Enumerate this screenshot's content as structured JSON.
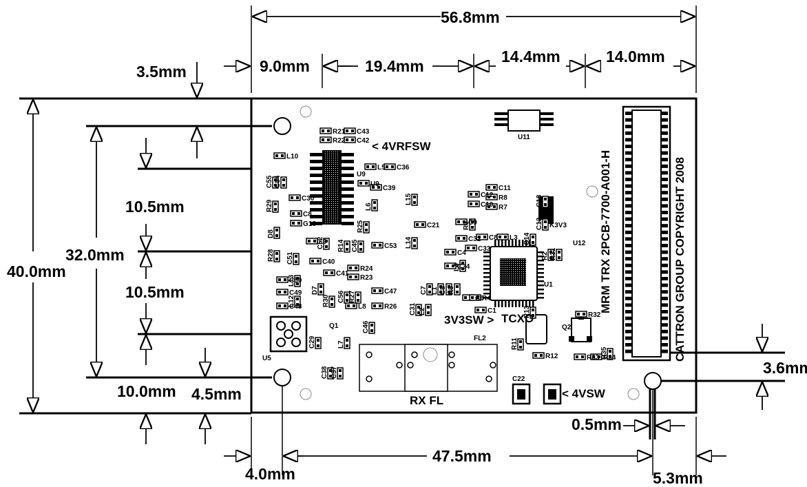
{
  "dimensions": {
    "overall_width": "56.8mm",
    "left_edge_to_column": "9.0mm",
    "section_b": "19.4mm",
    "section_c": "14.4mm",
    "section_d": "14.0mm",
    "top_to_hole": "3.5mm",
    "height": "40.0mm",
    "hole_spacing": "32.0mm",
    "upper_gap": "10.5mm",
    "lower_gap": "10.5mm",
    "bottom_left_x": "10.0mm",
    "bottom_hole_y": "4.5mm",
    "hole_x_offset": "4.0mm",
    "hole_span": "47.5mm",
    "right_gap": "0.5mm",
    "right_edge": "5.3mm",
    "connector_height": "3.6mm"
  },
  "board": {
    "vertical_text_1": "MRM TRX  2PCB-7700-A001-H",
    "vertical_text_2": "CATTRON GROUP  COPYRIGHT 2008",
    "label_4vrfsw": "< 4VRFSW",
    "label_3v3sw": "3V3SW >",
    "label_tcxo": "TCXO",
    "label_rxfl": "RX FL",
    "label_fl2": "FL2",
    "label_c22": "C22",
    "label_4vsw": "< 4VSW",
    "label_u5": "U5",
    "label_u11": "U11",
    "label_u1": "U1",
    "label_u9": "U9",
    "label_u12": "U12",
    "label_q1": "Q1",
    "label_q2": "Q2",
    "label_k3v3": "K3V3"
  },
  "parts": [
    "R21",
    "R22",
    "C43",
    "C42",
    "L10",
    "L5",
    "C36",
    "U9",
    "C55",
    "C54",
    "C30",
    "C39",
    "R29",
    "C8",
    "G16",
    "L6",
    "R25",
    "D8",
    "L9",
    "C52",
    "R14",
    "C45",
    "C53",
    "R28",
    "C51",
    "C40",
    "C41",
    "R23",
    "C50",
    "L13",
    "D7",
    "R24",
    "C49",
    "C56",
    "R27",
    "C47",
    "C48",
    "L12",
    "R30",
    "L8",
    "R26",
    "C29",
    "L7",
    "C46",
    "C38",
    "C37",
    "C12",
    "C10",
    "C11",
    "R8",
    "R7",
    "C18",
    "C9",
    "R6",
    "C8",
    "C13",
    "C14",
    "L3",
    "C32",
    "C33",
    "C4",
    "L4",
    "C34",
    "R2",
    "R31",
    "C7",
    "L1",
    "C5",
    "R5",
    "C6",
    "R4",
    "C31",
    "L2",
    "C1",
    "R13",
    "R11",
    "R12",
    "R32",
    "R33",
    "R34",
    "R35",
    "L15",
    "C21",
    "L14"
  ]
}
